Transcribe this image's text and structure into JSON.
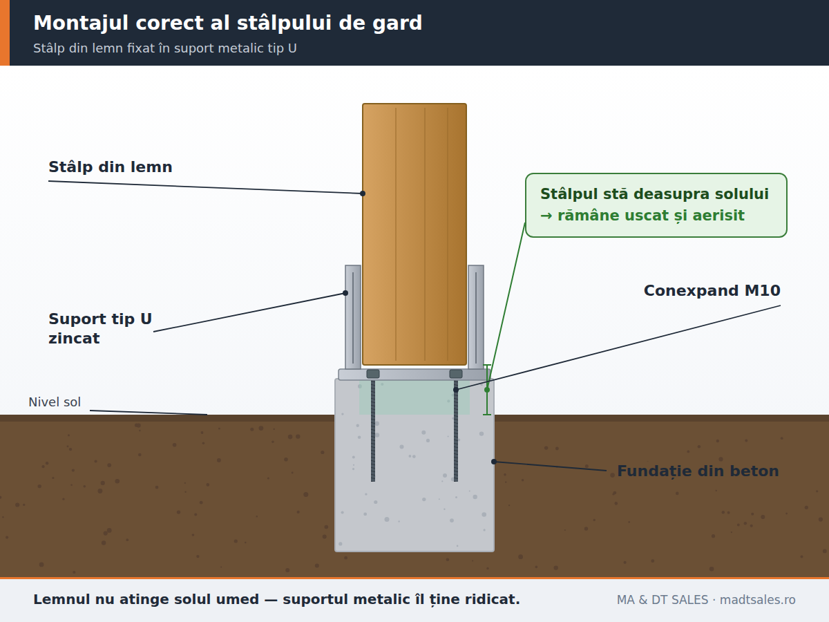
{
  "diagram": {
    "title": "Montajul corect al stâlpului de gard",
    "caption": "Lemnul nu atinge solul umed — suportul metalic îl ține ridicat.",
    "nodes": [
      {
        "text": [
          "Stâlpul stă deasupra solului",
          "→ rămâne uscat și aerisit"
        ]
      }
    ],
    "labels": [
      "Stâlp din lemn fixat în suport metalic tip U",
      "Stâlp din lemn",
      "Conexpand M10",
      "Suport tip U zincat",
      "Nivel sol",
      "Fundație din beton",
      "MA & DT SALES · madtsales.ro"
    ]
  }
}
